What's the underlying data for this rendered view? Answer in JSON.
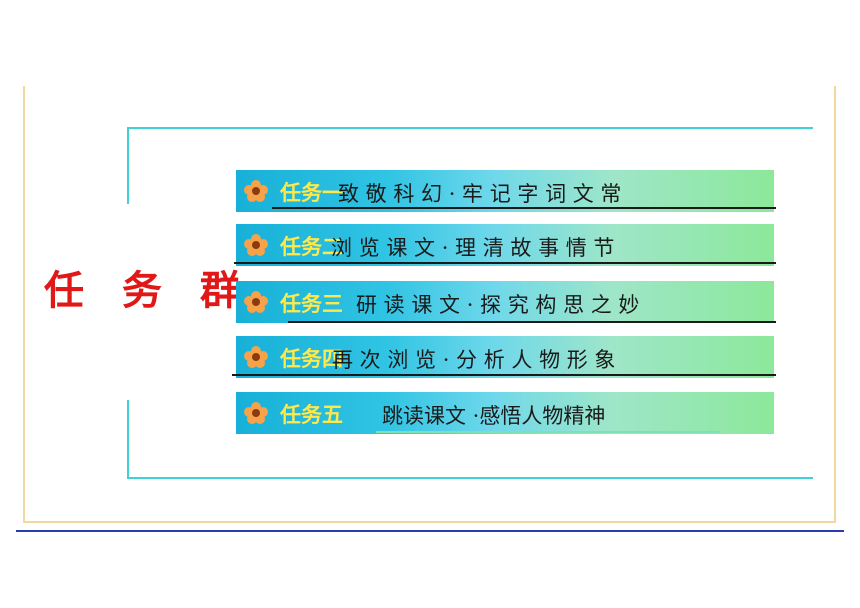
{
  "title": "任 务 群",
  "tasks": [
    {
      "label": "任务一",
      "text": "致 敬 科 幻 · 牢 记 字 词 文 常"
    },
    {
      "label": "任务二",
      "text": "浏 览 课 文 · 理 清 故 事 情 节"
    },
    {
      "label": "任务三",
      "text": "研 读 课 文 · 探 究 构 思 之 妙"
    },
    {
      "label": "任务四",
      "text": "再 次 浏 览 · 分 析 人 物 形 象"
    },
    {
      "label": "任务五",
      "text": "跳读课文 ·感悟人物精神"
    }
  ],
  "icons": {
    "task_bullet": "flower-icon"
  },
  "colors": {
    "title": "#e01818",
    "task_label": "#ffe84a",
    "bracket": "#40d0d8",
    "frame": "#f0d8a0",
    "rule": "#2a3bb0"
  }
}
